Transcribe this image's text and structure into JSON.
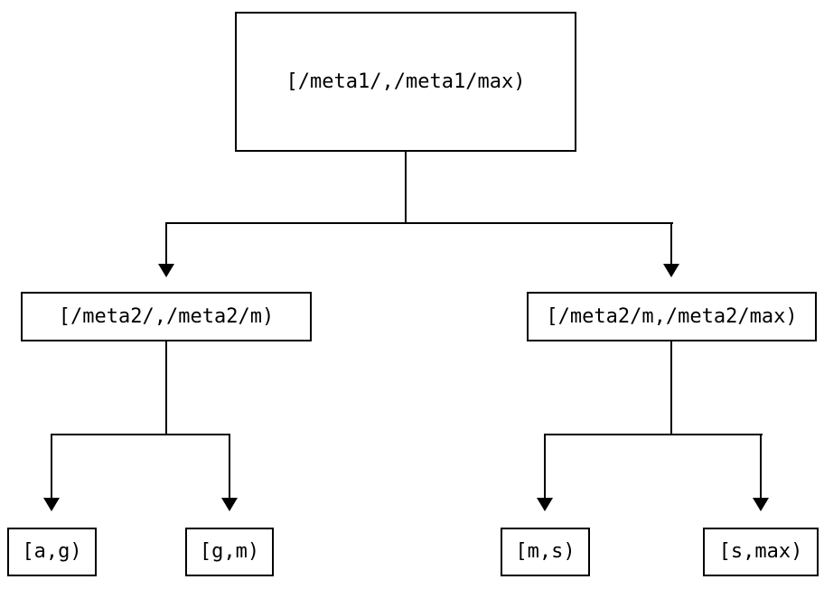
{
  "diagram": {
    "type": "binary-tree",
    "colors": {
      "background": "#ffffff",
      "line": "#000000",
      "box_border": "#000000",
      "text": "#000000"
    },
    "tree": {
      "label": "[/meta1/,/meta1/max)",
      "children": [
        {
          "label": "[/meta2/,/meta2/m)",
          "children": [
            {
              "label": "[a,g)"
            },
            {
              "label": "[g,m)"
            }
          ]
        },
        {
          "label": "[/meta2/m,/meta2/max)",
          "children": [
            {
              "label": "[m,s)"
            },
            {
              "label": "[s,max)"
            }
          ]
        }
      ]
    }
  }
}
